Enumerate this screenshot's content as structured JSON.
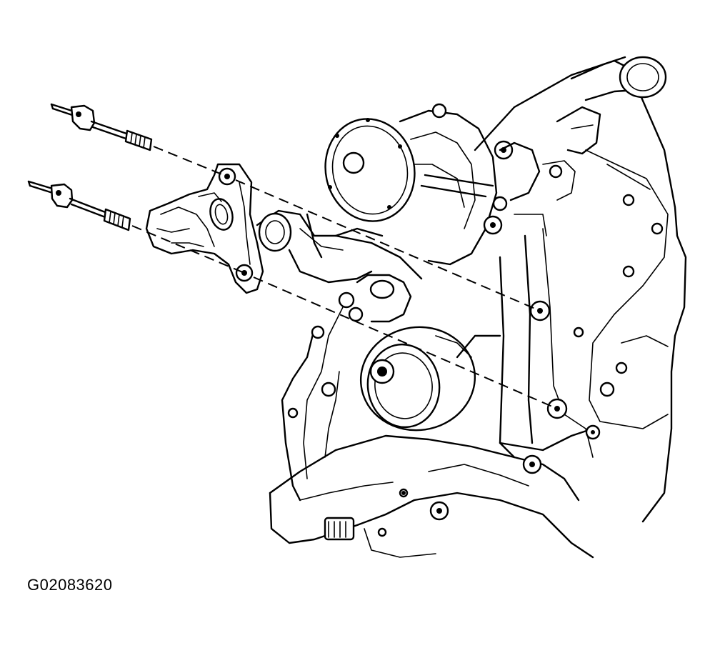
{
  "figure": {
    "id_label": "G02083620",
    "components": [
      "engine-front-cover",
      "water-pump",
      "crankshaft-pulley-hub",
      "bracket",
      "bolt",
      "stud"
    ]
  }
}
